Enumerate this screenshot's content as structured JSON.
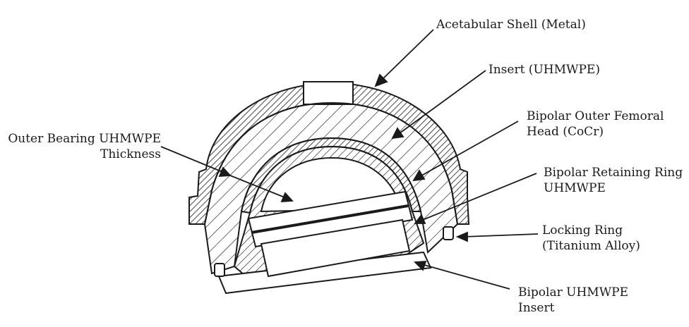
{
  "colors": {
    "ink": "#1a1a1a",
    "paper": "#ffffff"
  },
  "labels": {
    "acetabular_shell": [
      "Acetabular Shell (Metal)"
    ],
    "insert": [
      "Insert (UHMWPE)"
    ],
    "bipolar_outer_head": [
      "Bipolar Outer Femoral",
      "Head (CoCr)"
    ],
    "outer_bearing": [
      "Outer Bearing UHMWPE",
      "Thickness"
    ],
    "retaining_ring": [
      "Bipolar Retaining Ring",
      "UHMWPE"
    ],
    "locking_ring": [
      "Locking Ring",
      "(Titanium Alloy)"
    ],
    "bipolar_insert": [
      "Bipolar UHMWPE",
      "Insert"
    ]
  }
}
